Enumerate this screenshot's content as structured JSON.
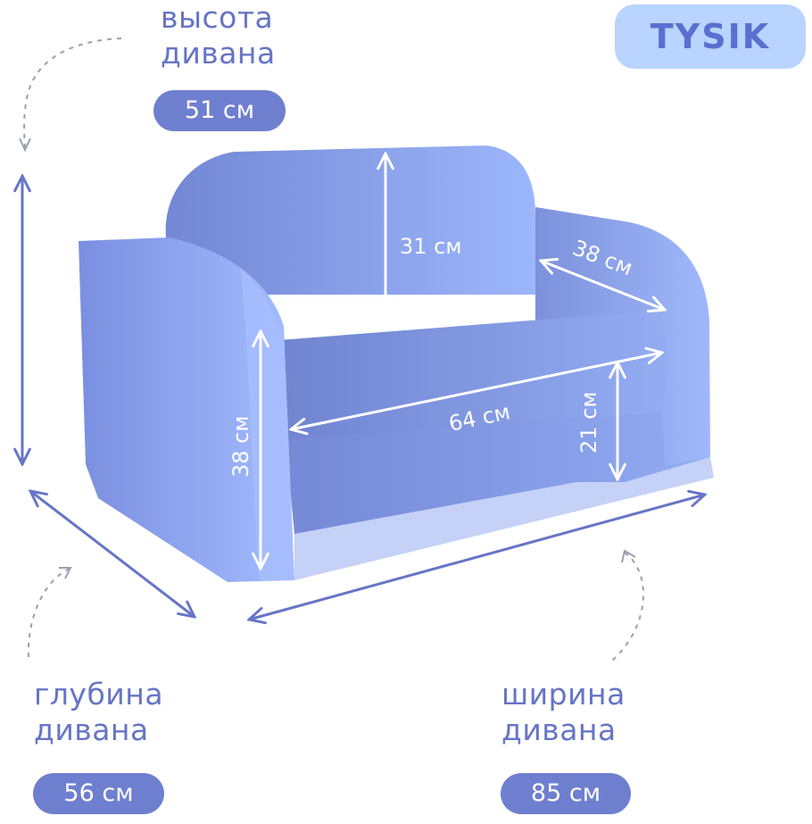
{
  "brand": {
    "logo_text": "TYSIK"
  },
  "height": {
    "caption": "высота\nдивана",
    "value": "51 см"
  },
  "depth": {
    "caption": "глубина\nдивана",
    "value": "56 см"
  },
  "width": {
    "caption": "ширина\nдивана",
    "value": "85 см"
  },
  "dims": {
    "backrest": "31 см",
    "armrest_depth": "38 см",
    "seat_width": "64 см",
    "seat_height": "21 см",
    "armrest_height": "38 см"
  },
  "colors": {
    "accent": "#6675c6",
    "pill": "#6f7fcf",
    "logo_bg": "#b8d4ff",
    "sofa_dark": "#7b8fd9",
    "sofa_light": "#9fb8fb"
  }
}
